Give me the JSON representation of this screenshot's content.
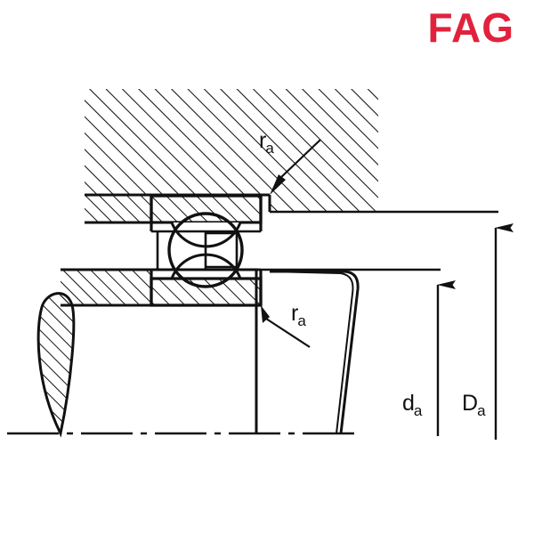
{
  "brand": {
    "name": "FAG",
    "color": "#e1223c"
  },
  "drawing": {
    "title": "Deep groove ball bearing mounting cross-section",
    "background_color": "#ffffff",
    "line_color": "#111111",
    "labels": {
      "radius_top": {
        "symbol": "r",
        "subscript": "a"
      },
      "radius_bottom": {
        "symbol": "r",
        "subscript": "a"
      },
      "shaft_shoulder_diameter": {
        "symbol": "d",
        "subscript": "a"
      },
      "housing_shoulder_diameter": {
        "symbol": "D",
        "subscript": "a"
      }
    },
    "components": [
      "housing",
      "bearing-outer-ring",
      "bearing-ball",
      "bearing-inner-ring",
      "shaft",
      "shaft-shoulder-fillet",
      "centerline"
    ]
  }
}
